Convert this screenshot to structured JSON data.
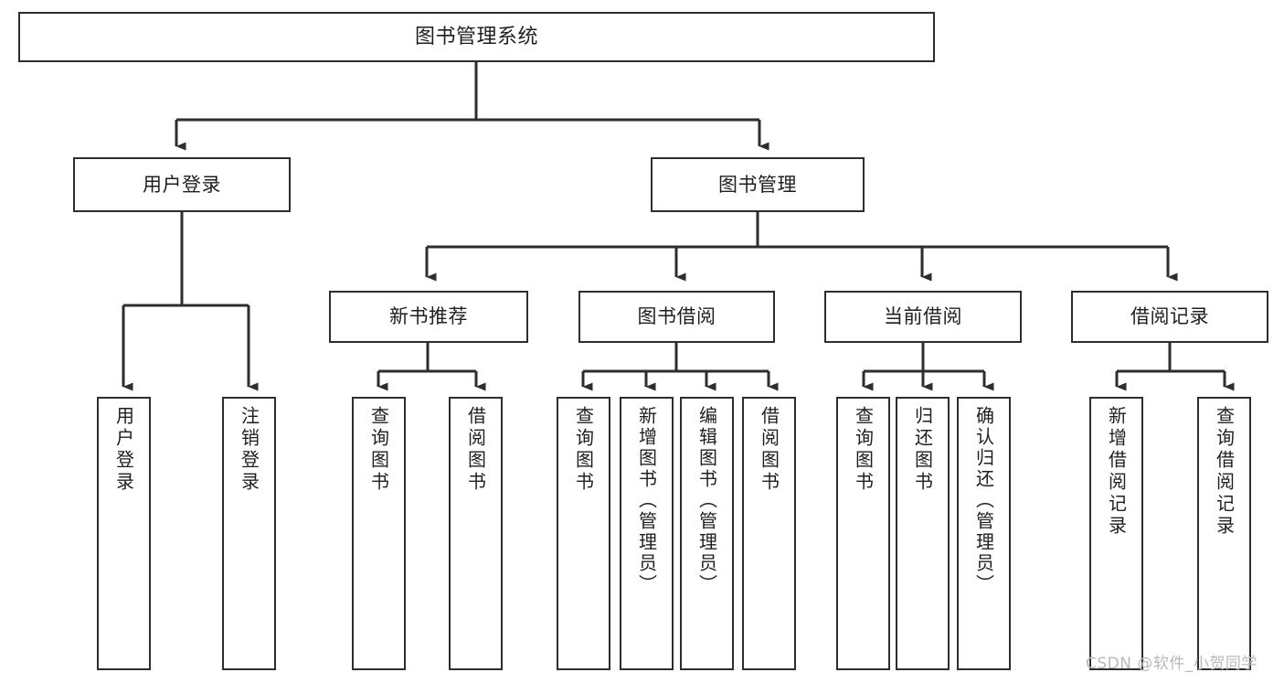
{
  "diagram": {
    "title": "图书管理系统",
    "type": "hierarchy-tree",
    "line_color": "#2e2e2e",
    "background_color": "#ffffff",
    "text_color": "#1f1f1f"
  },
  "nodes": {
    "root": {
      "label": "图书管理系统"
    },
    "level2": [
      {
        "label": "用户登录"
      },
      {
        "label": "图书管理"
      }
    ],
    "level3": [
      {
        "label": "新书推荐"
      },
      {
        "label": "图书借阅"
      },
      {
        "label": "当前借阅"
      },
      {
        "label": "借阅记录"
      }
    ],
    "leaves_user_login": [
      {
        "label": "用户登录"
      },
      {
        "label": "注销登录"
      }
    ],
    "leaves_new_book": [
      {
        "label": "查询图书"
      },
      {
        "label": "借阅图书"
      }
    ],
    "leaves_borrow": [
      {
        "label": "查询图书"
      },
      {
        "label": "新增图书（管理员）"
      },
      {
        "label": "编辑图书（管理员）"
      },
      {
        "label": "借阅图书"
      }
    ],
    "leaves_current": [
      {
        "label": "查询图书"
      },
      {
        "label": "归还图书"
      },
      {
        "label": "确认归还（管理员）"
      }
    ],
    "leaves_records": [
      {
        "label": "新增借阅记录"
      },
      {
        "label": "查询借阅记录"
      }
    ]
  },
  "watermark": {
    "text": "CSDN @软件_小贺同学"
  }
}
